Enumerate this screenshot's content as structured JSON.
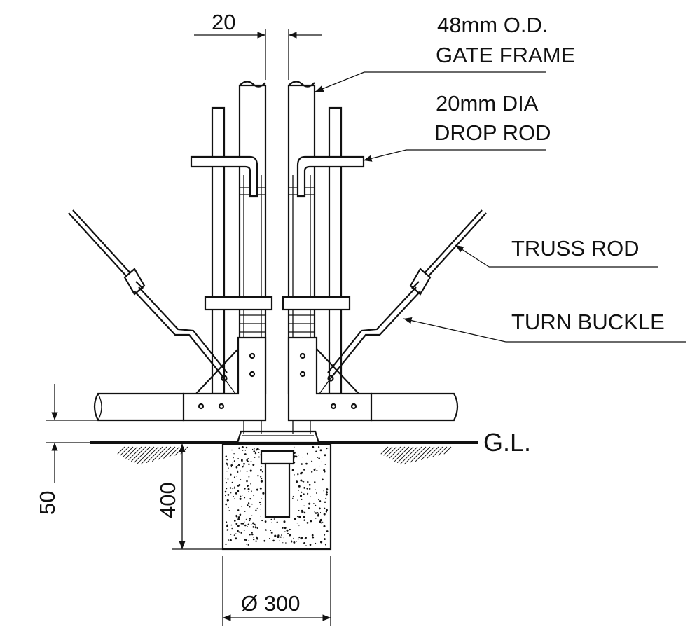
{
  "labels": {
    "gap_dim": "20",
    "gate_frame_line1": "48mm O.D.",
    "gate_frame_line2": "GATE FRAME",
    "drop_rod_line1": "20mm DIA",
    "drop_rod_line2": "DROP ROD",
    "truss_rod": "TRUSS ROD",
    "turn_buckle": "TURN BUCKLE",
    "ground_level": "G.L.",
    "clearance_dim": "50",
    "depth_dim": "400",
    "diameter_dim": "Ø 300"
  },
  "colors": {
    "line": "#111111",
    "background": "#ffffff"
  }
}
